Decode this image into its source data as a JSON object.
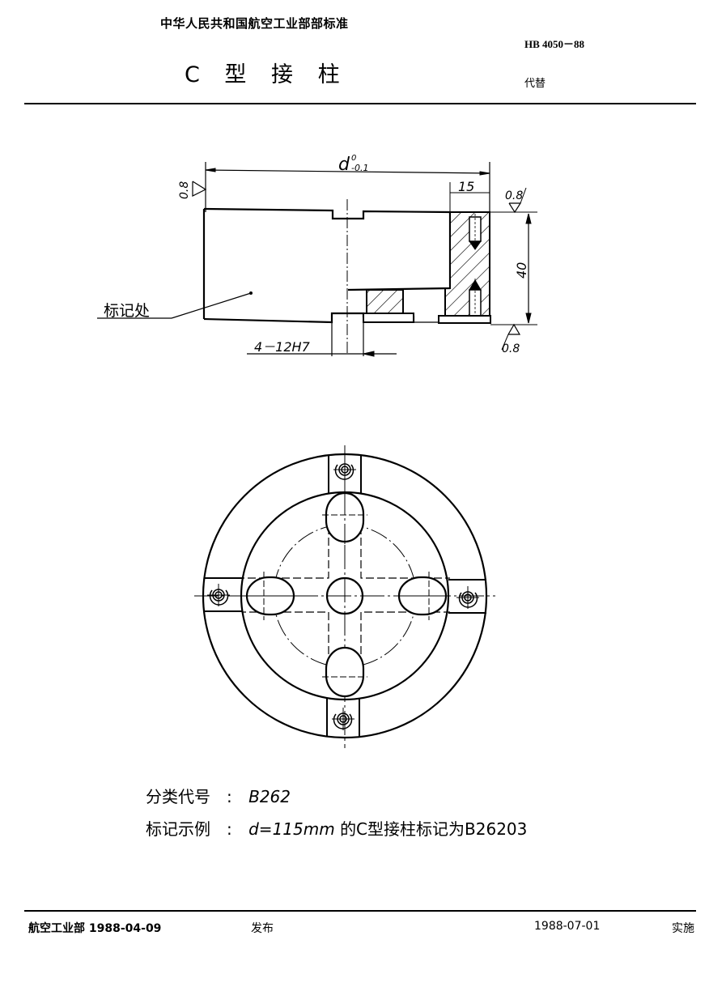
{
  "header": {
    "organization": "中华人民共和国航空工业部部标准",
    "standard_number": "HB 4050－88",
    "title": "C 型 接 柱",
    "replaces_label": "代替"
  },
  "drawing": {
    "side_view": {
      "diameter_dim": "d",
      "diameter_tol_upper": "0",
      "diameter_tol_lower": "-0.1",
      "width_dim": "15",
      "height_dim": "40",
      "roughness_left": "0.8",
      "roughness_top_right": "0.8",
      "roughness_bottom_right": "0.8",
      "mark_location_label": "标记处",
      "hole_spec": "4－12H7"
    },
    "top_view": {
      "description": "Plan view: concentric circles with four radial slots, central bore, four oblong holes and screws"
    }
  },
  "notes": {
    "classification_label": "分类代号",
    "classification_value": "B262",
    "marking_label": "标记示例",
    "marking_value_d": "d=115mm",
    "marking_value_text": "的C型接柱标记为B26203"
  },
  "footer": {
    "issuer": "航空工业部 1988-04-09",
    "issued_label": "发布",
    "implementation_date": "1988-07-01",
    "implementation_label": "实施"
  }
}
